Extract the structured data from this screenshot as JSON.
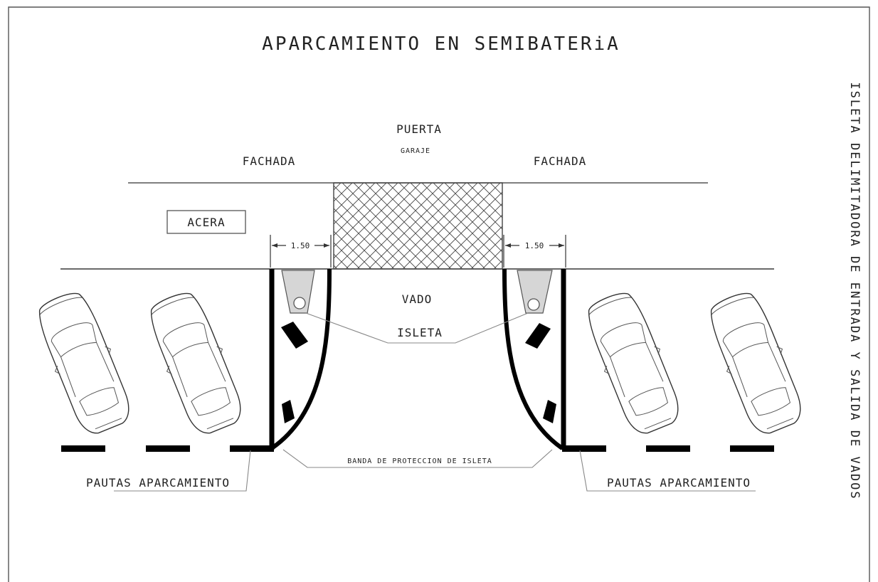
{
  "title": "APARCAMIENTO EN SEMIBATERiA",
  "side_caption": "ISLETA DELIMITADORA DE ENTRADA Y SALIDA DE VADOS",
  "labels": {
    "fachada_left": "FACHADA",
    "fachada_right": "FACHADA",
    "puerta": "PUERTA",
    "garaje": "GARAJE",
    "acera": "ACERA",
    "vado": "VADO",
    "isleta": "ISLETA",
    "banda": "BANDA DE PROTECCION DE ISLETA",
    "pautas_left": "PAUTAS APARCAMIENTO",
    "pautas_right": "PAUTAS APARCAMIENTO"
  },
  "dimensions": {
    "left_width": "1.50",
    "right_width": "1.50"
  },
  "elements": {
    "cars_count": 4,
    "hatch_pattern": "crosshatch",
    "line_color": "#000000"
  }
}
